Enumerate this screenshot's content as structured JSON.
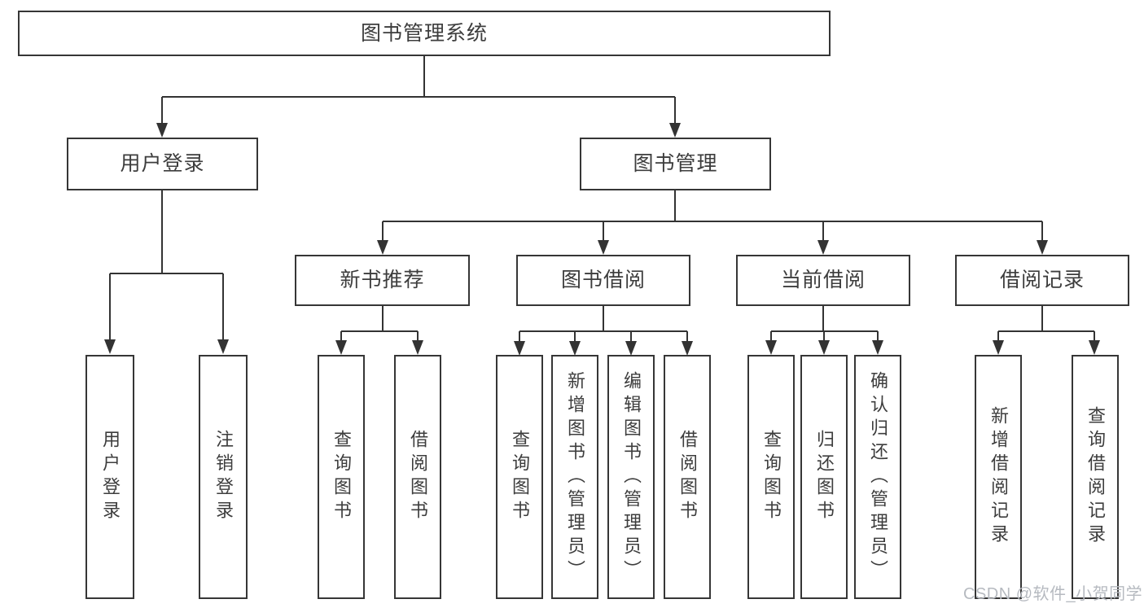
{
  "diagram": {
    "title": "图书管理系统",
    "type": "hierarchy-tree",
    "colors": {
      "line": "#333333",
      "box_border": "#363636",
      "text": "#3d3d3d",
      "background": "#ffffff",
      "watermark": "#b6bac0"
    },
    "nodes": {
      "root": {
        "label": "图书管理系统"
      },
      "user_login": {
        "label": "用户登录"
      },
      "book_mgmt": {
        "label": "图书管理"
      },
      "new_book_rec": {
        "label": "新书推荐"
      },
      "book_borrow": {
        "label": "图书借阅"
      },
      "current_borrow": {
        "label": "当前借阅"
      },
      "borrow_records": {
        "label": "借阅记录"
      },
      "leaf_user_login": {
        "label": "用户登录"
      },
      "leaf_logout": {
        "label": "注销登录"
      },
      "leaf_query_book_rec": {
        "label": "查询图书"
      },
      "leaf_borrow_book_rec": {
        "label": "借阅图书"
      },
      "leaf_query_book_borrow": {
        "label": "查询图书"
      },
      "leaf_add_book_admin": {
        "label": "新增图书（管理员）"
      },
      "leaf_edit_book_admin": {
        "label": "编辑图书（管理员）"
      },
      "leaf_borrow_book_borrow": {
        "label": "借阅图书"
      },
      "leaf_query_book_current": {
        "label": "查询图书"
      },
      "leaf_return_book": {
        "label": "归还图书"
      },
      "leaf_confirm_return_admin": {
        "label": "确认归还（管理员）"
      },
      "leaf_add_borrow_record": {
        "label": "新增借阅记录"
      },
      "leaf_query_borrow_record": {
        "label": "查询借阅记录"
      }
    },
    "edges": [
      "root→用户登录",
      "root→图书管理",
      "用户登录→用户登录",
      "用户登录→注销登录",
      "图书管理→新书推荐",
      "图书管理→图书借阅",
      "图书管理→当前借阅",
      "图书管理→借阅记录",
      "新书推荐→查询图书",
      "新书推荐→借阅图书",
      "图书借阅→查询图书",
      "图书借阅→新增图书（管理员）",
      "图书借阅→编辑图书（管理员）",
      "图书借阅→借阅图书",
      "当前借阅→查询图书",
      "当前借阅→归还图书",
      "当前借阅→确认归还（管理员）",
      "借阅记录→新增借阅记录",
      "借阅记录→查询借阅记录"
    ],
    "watermark": "CSDN @软件_小贺同学"
  }
}
